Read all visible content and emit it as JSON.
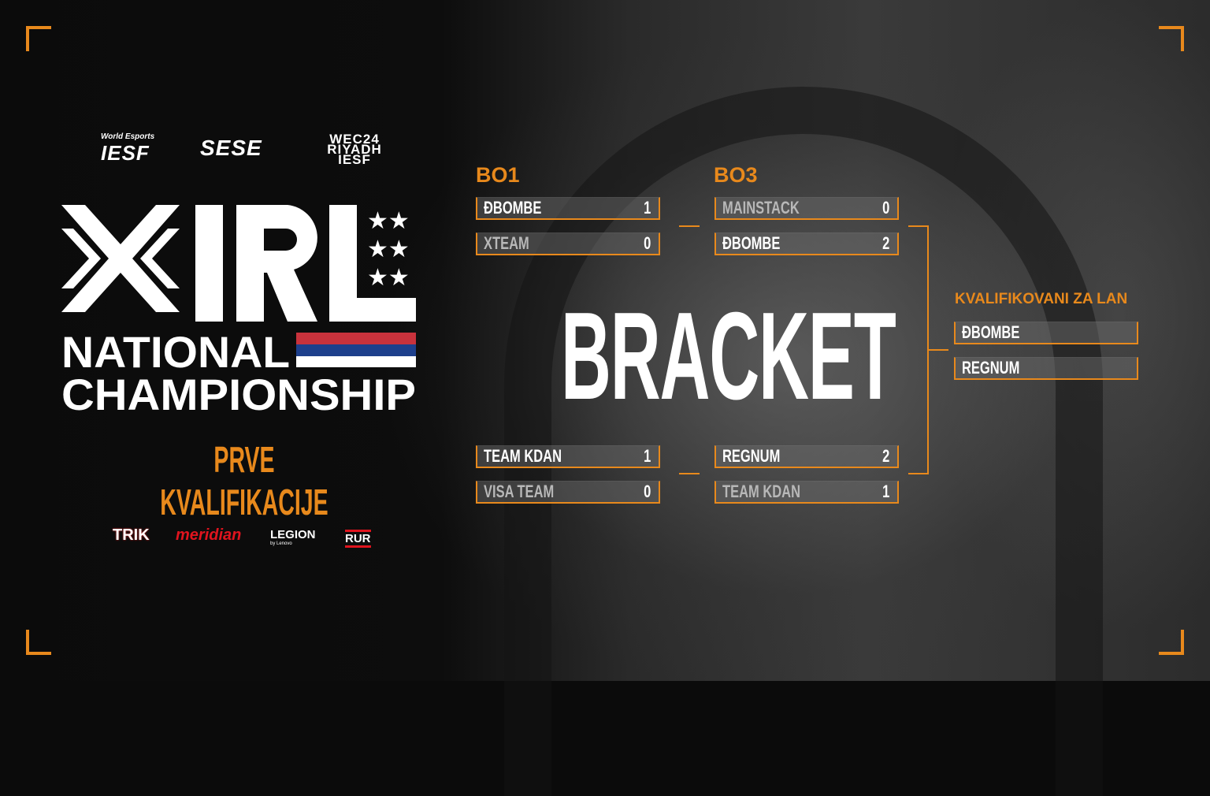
{
  "partner_logos": [
    "World Esports IESF",
    "SESE",
    "WEC24 RIYADH IESF"
  ],
  "logo": {
    "title": "IRL",
    "line1": "NATIONAL",
    "line2": "CHAMPIONSHIP"
  },
  "subtitle": "PRVE KVALIFIKACIJE",
  "sponsors": [
    "TRIK",
    "meridian",
    "LEGION",
    "by Lenovo",
    "RUR"
  ],
  "bracket_title": "BRACKET",
  "rounds": [
    {
      "label": "BO1",
      "matches": [
        [
          {
            "team": "ĐBOMBE",
            "score": "1",
            "winner": true
          },
          {
            "team": "XTEAM",
            "score": "0",
            "winner": false
          }
        ],
        [
          {
            "team": "TEAM KDAN",
            "score": "1",
            "winner": true
          },
          {
            "team": "VISA TEAM",
            "score": "0",
            "winner": false
          }
        ]
      ]
    },
    {
      "label": "BO3",
      "matches": [
        [
          {
            "team": "MAINSTACK",
            "score": "0",
            "winner": false
          },
          {
            "team": "ĐBOMBE",
            "score": "2",
            "winner": true
          }
        ],
        [
          {
            "team": "REGNUM",
            "score": "2",
            "winner": true
          },
          {
            "team": "TEAM KDAN",
            "score": "1",
            "winner": false
          }
        ]
      ]
    }
  ],
  "qualified": {
    "label": "KVALIFIKOVANI ZA LAN",
    "teams": [
      "ĐBOMBE",
      "REGNUM"
    ]
  },
  "colors": {
    "accent": "#e8891c",
    "flag_red": "#c8323c",
    "flag_blue": "#1d3f8c",
    "flag_white": "#ffffff"
  }
}
